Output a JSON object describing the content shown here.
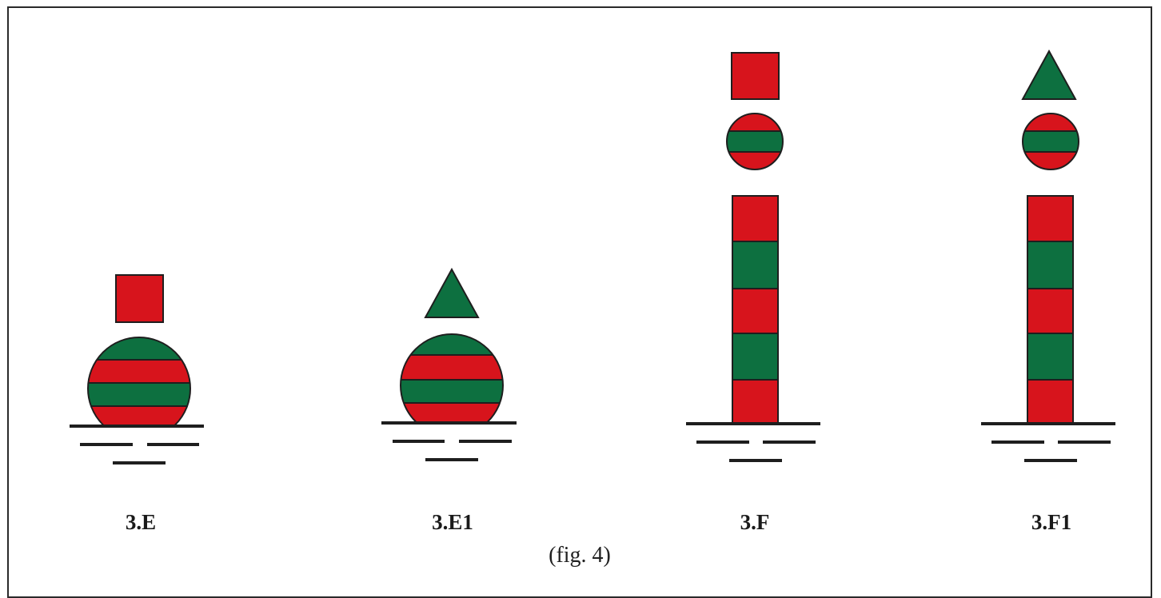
{
  "colors": {
    "red": "#d7141c",
    "green": "#0d7040",
    "outline": "#1e1e1e",
    "water": "#1e1e1e"
  },
  "marks": [
    {
      "label": "3.E",
      "topmark": "square",
      "body": "sphere-large"
    },
    {
      "label": "3.E1",
      "topmark": "triangle",
      "body": "sphere-large"
    },
    {
      "label": "3.F",
      "topmark": "square",
      "body": "pillar-with-sphere"
    },
    {
      "label": "3.F1",
      "topmark": "triangle",
      "body": "pillar-with-sphere"
    }
  ],
  "caption": "(fig. 4)"
}
